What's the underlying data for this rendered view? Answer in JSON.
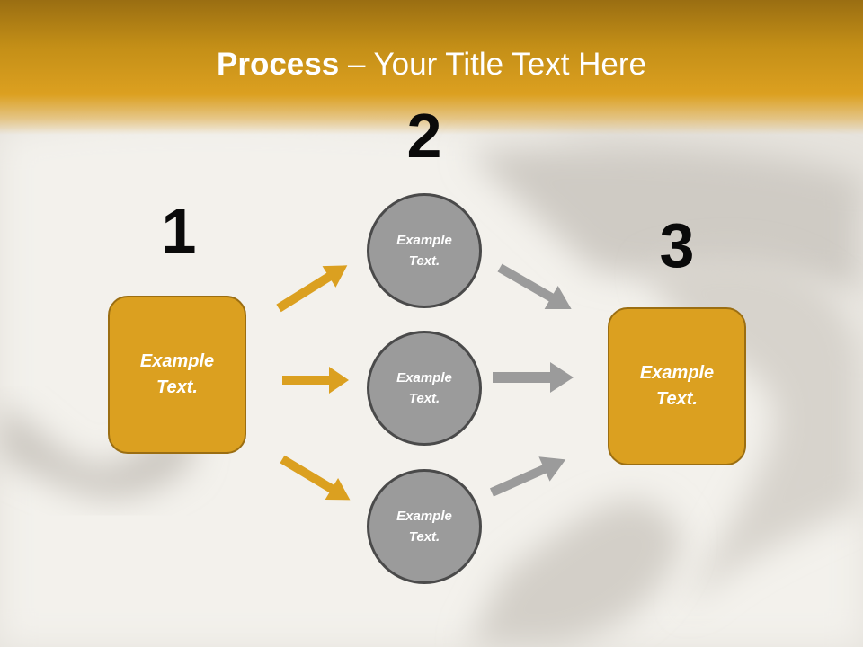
{
  "title": {
    "bold": "Process",
    "rest": " – Your Title Text Here"
  },
  "steps": {
    "one": {
      "number": "1",
      "text": "Example Text."
    },
    "two": {
      "number": "2"
    },
    "three": {
      "number": "3",
      "text": "Example Text."
    }
  },
  "circles": [
    {
      "text": "Example Text."
    },
    {
      "text": "Example Text."
    },
    {
      "text": "Example Text."
    }
  ],
  "colors": {
    "accent": "#dba020",
    "accent_dark": "#9b6e12",
    "circle_fill": "#9b9b9b",
    "circle_border": "#4a4a4a",
    "arrow_gold": "#dba020",
    "arrow_gray": "#9b9b9b"
  }
}
